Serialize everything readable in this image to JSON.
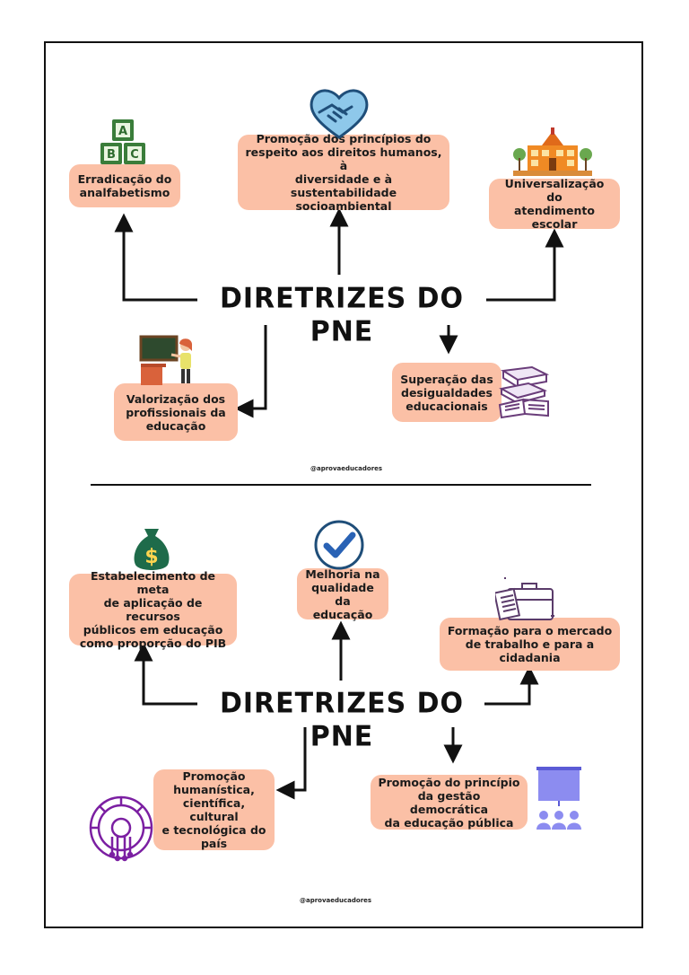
{
  "top": {
    "title": "DIRETRIZES DO PNE",
    "items": [
      {
        "text": "Erradicação do\nanalfabetismo",
        "icon": "abc-blocks-icon"
      },
      {
        "text": "Promoção dos princípios do\nrespeito aos direitos humanos, à\ndiversidade e à sustentabilidade\nsocioambiental",
        "icon": "handshake-heart-icon"
      },
      {
        "text": "Universalização do\natendimento\nescolar",
        "icon": "school-building-icon"
      },
      {
        "text": "Valorização dos\nprofissionais da\neducação",
        "icon": "teacher-chalkboard-icon"
      },
      {
        "text": "Superação das\ndesigualdades\neducacionais",
        "icon": "books-icon"
      }
    ],
    "credit": "@aprovaeducadores"
  },
  "bottom": {
    "title": "DIRETRIZES DO PNE",
    "items": [
      {
        "text": "Estabelecimento de meta\nde aplicação de recursos\npúblicos em educação\ncomo proporção do PIB",
        "icon": "money-bag-icon"
      },
      {
        "text": "Melhoria na\nqualidade da\neducação",
        "icon": "checkmark-circle-icon"
      },
      {
        "text": "Formação para o mercado\nde trabalho e para a\ncidadania",
        "icon": "briefcase-document-icon"
      },
      {
        "text": "Promoção\nhumanística,\ncientífica, cultural\ne tecnológica do\npaís",
        "icon": "gear-circuit-icon"
      },
      {
        "text": "Promoção do princípio\nda gestão democrática\nda educação pública",
        "icon": "presentation-audience-icon"
      }
    ],
    "credit": "@aprovaeducadores"
  },
  "colors": {
    "box": "#fbc0a6",
    "text": "#1b1b1b",
    "line": "#111111"
  }
}
